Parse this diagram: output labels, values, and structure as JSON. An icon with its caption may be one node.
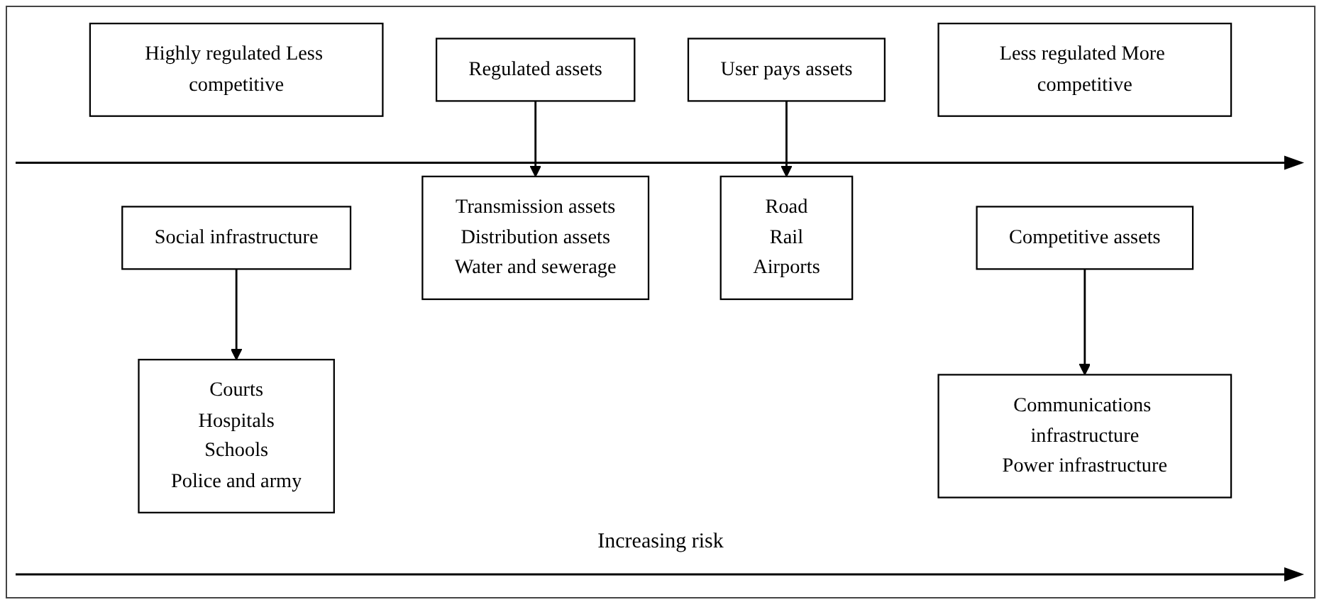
{
  "diagram": {
    "nodes": [
      {
        "text": [
          "Highly regulated Less competitive"
        ]
      },
      {
        "text": [
          "Less regulated More competitive"
        ]
      },
      {
        "text": [
          "Social infrastructure"
        ]
      },
      {
        "text": [
          "Courts",
          "Hospitals",
          "Schools",
          "Police and army"
        ]
      },
      {
        "text": [
          "Regulated assets"
        ]
      },
      {
        "text": [
          "Transmission assets",
          "Distribution assets",
          "Water and sewerage"
        ]
      },
      {
        "text": [
          "User pays assets"
        ]
      },
      {
        "text": [
          "Road",
          "Rail",
          "Airports"
        ]
      },
      {
        "text": [
          "Competitive assets"
        ]
      },
      {
        "text": [
          "Communications infrastructure",
          "Power infrastructure"
        ]
      }
    ],
    "edges": [
      {
        "from": 2,
        "to": 3,
        "arrow": "to"
      },
      {
        "from": 4,
        "to": 5,
        "arrow": "to"
      },
      {
        "from": 6,
        "to": 7,
        "arrow": "to"
      },
      {
        "from": 8,
        "to": 9,
        "arrow": "to"
      }
    ],
    "labels": [
      "Increasing risk"
    ]
  }
}
